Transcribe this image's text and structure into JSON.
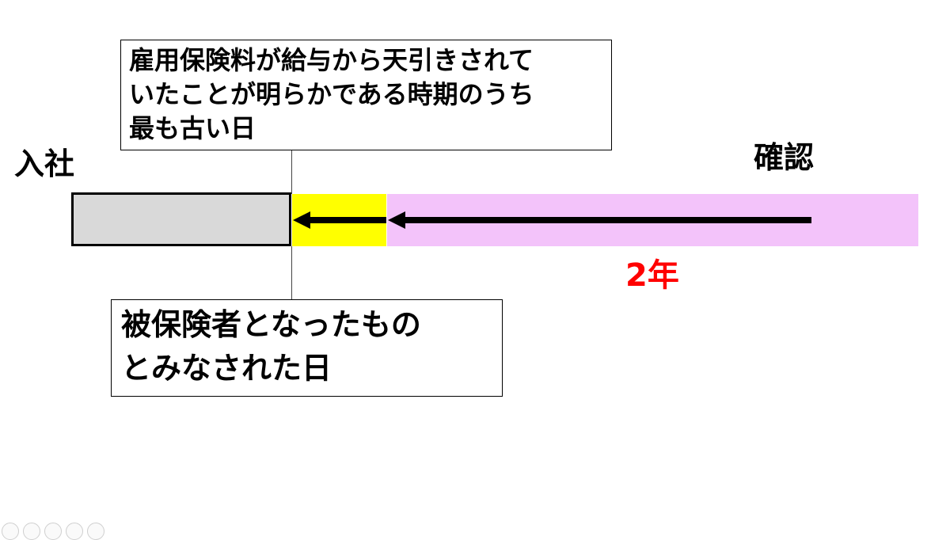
{
  "labels": {
    "start": "入社",
    "confirm": "確認",
    "duration": "2年"
  },
  "notes": {
    "top": {
      "lines": [
        "雇用保険料が給与から天引きされて",
        "いたことが明らかである時期のうち",
        "最も古い日"
      ]
    },
    "bottom": {
      "lines": [
        "被保険者となったもの",
        "とみなされた日"
      ]
    }
  },
  "colors": {
    "insured_period_fill": "#d9d9d9",
    "retro_gap_fill": "#ffff00",
    "two_year_fill": "#f3c3fa",
    "duration_text": "#ff0000",
    "arrow": "#000000"
  },
  "icons": [
    "play-icon",
    "pen-icon",
    "slides-icon",
    "zoom-icon",
    "more-icon"
  ]
}
